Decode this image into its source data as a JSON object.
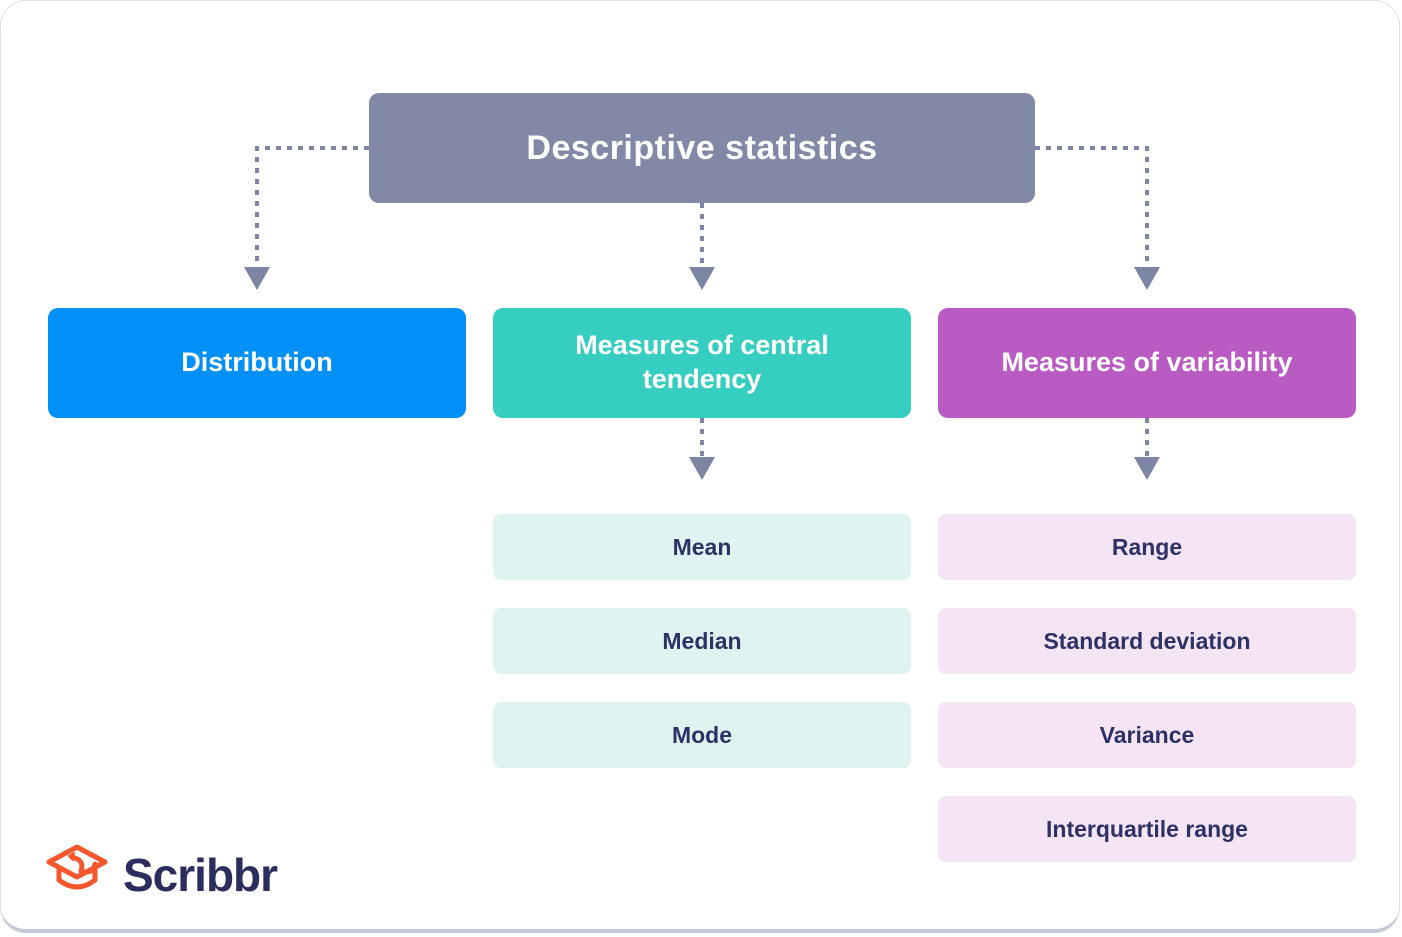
{
  "diagram": {
    "root": {
      "label": "Descriptive statistics",
      "color": "#8189a6"
    },
    "branches": [
      {
        "label": "Distribution",
        "color": "#0090f8",
        "children": []
      },
      {
        "label": "Measures of central tendency",
        "color": "#36cec0",
        "child_bg": "#dff3f0",
        "children": [
          "Mean",
          "Median",
          "Mode"
        ]
      },
      {
        "label": "Measures of variability",
        "color": "#ba5bc4",
        "child_bg": "#f5e4f3",
        "children": [
          "Range",
          "Standard deviation",
          "Variance",
          "Interquartile range"
        ]
      }
    ],
    "leaf_text_color": "#2d3166",
    "connector_color": "#7c86a4"
  },
  "branding": {
    "logo_text": "Scribbr",
    "logo_icon": "graduation-cap-icon",
    "logo_text_color": "#2b2d5e",
    "logo_icon_color": "#f6562b"
  }
}
